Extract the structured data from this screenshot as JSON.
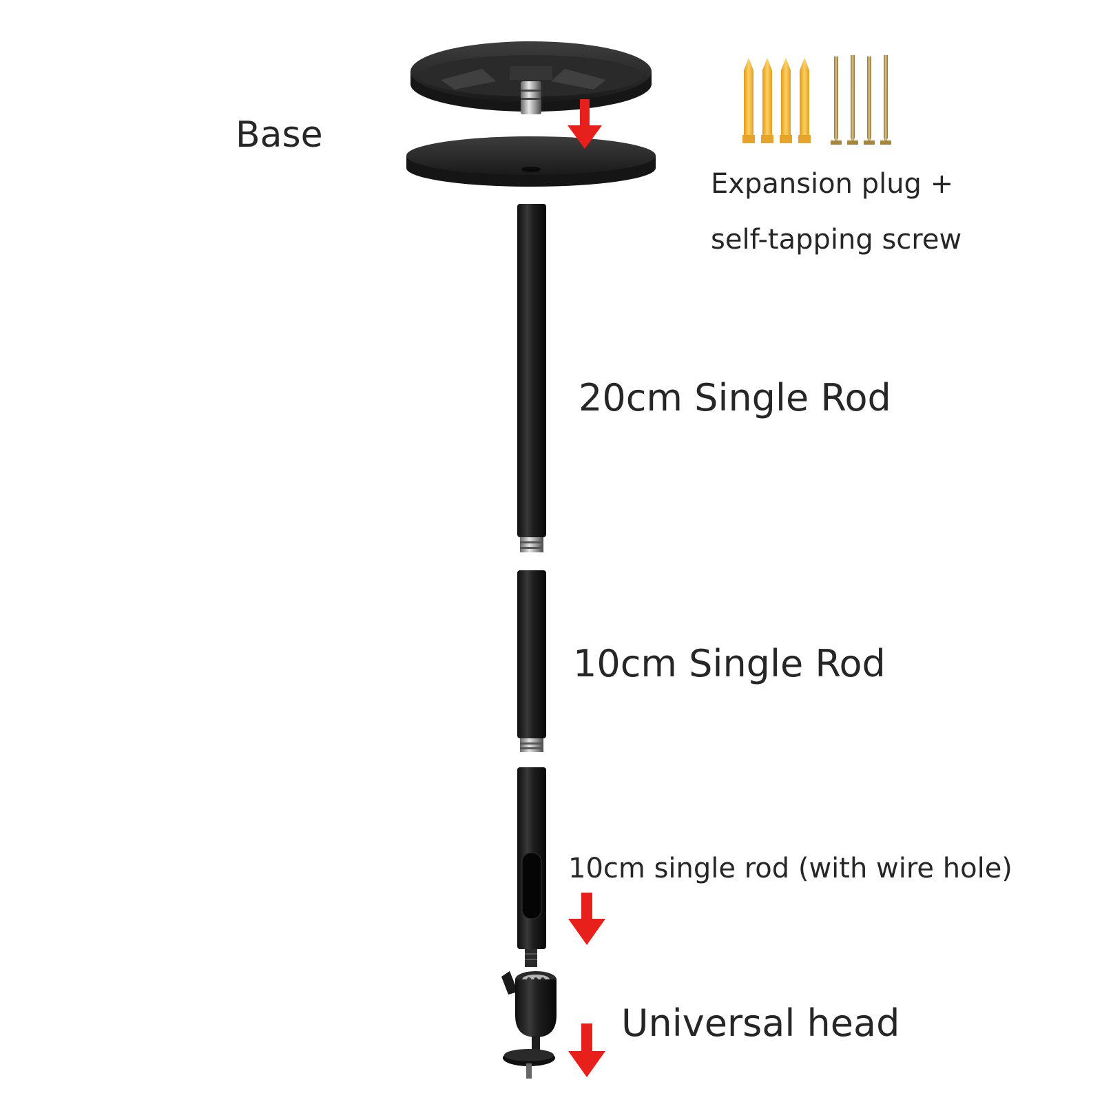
{
  "labels": {
    "base": "Base",
    "hardware_line1": "Expansion plug +",
    "hardware_line2": "self-tapping screw",
    "rod_20cm": "20cm Single Rod",
    "rod_10cm": "10cm Single Rod",
    "rod_wire_hole": "10cm single rod (with wire hole)",
    "universal_head": "Universal head"
  },
  "colors": {
    "arrow": "#e8201c",
    "metal": "#1c1c1c",
    "plug": "#f5b52e",
    "screw": "#b8964e",
    "text": "#262626"
  }
}
